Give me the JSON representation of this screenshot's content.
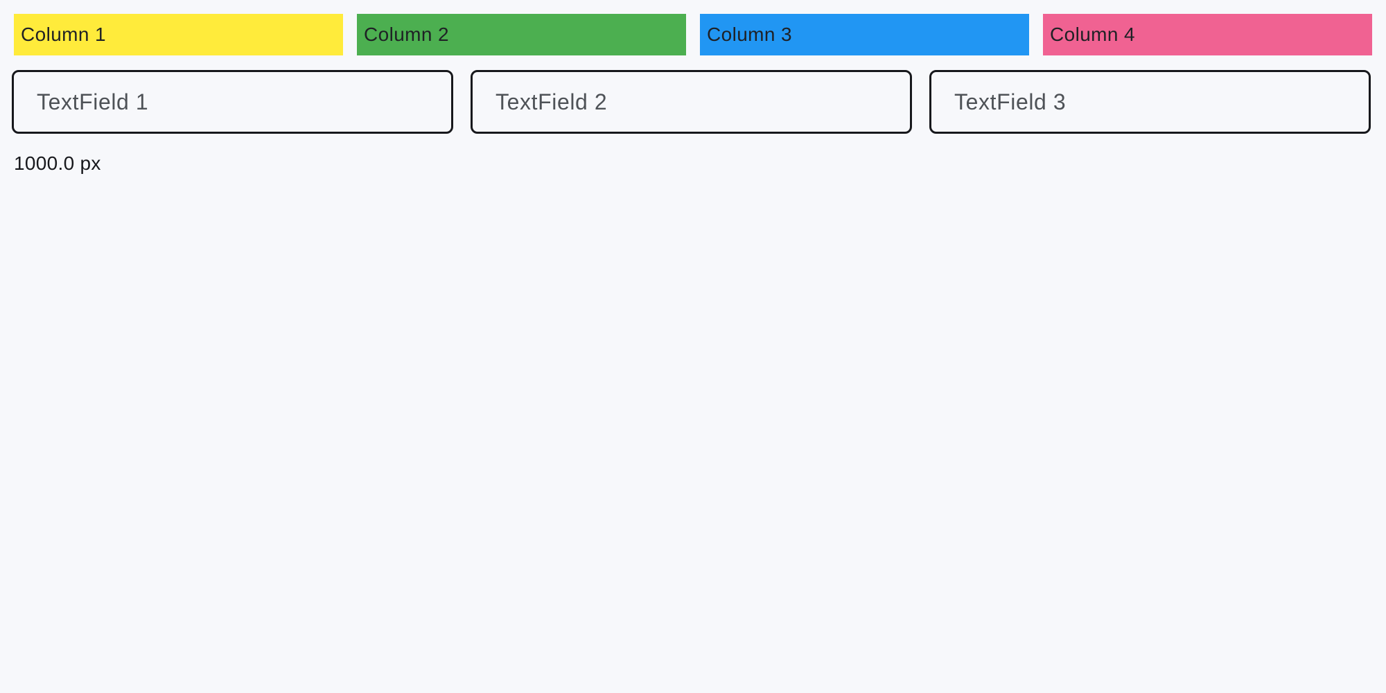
{
  "theme": {
    "background": "#f7f8fb",
    "column_label_color": "#1f2125",
    "field_border_color": "#17181c",
    "field_hint_color": "#4e5257",
    "readout_color": "#17181c"
  },
  "columns_row": {
    "items": [
      {
        "label": "Column 1",
        "color": "#ffeb3b"
      },
      {
        "label": "Column 2",
        "color": "#4caf50"
      },
      {
        "label": "Column 3",
        "color": "#2196f3"
      },
      {
        "label": "Column 4",
        "color": "#f06292"
      }
    ]
  },
  "textfields_row": {
    "items": [
      {
        "placeholder": "TextField 1",
        "value": ""
      },
      {
        "placeholder": "TextField 2",
        "value": ""
      },
      {
        "placeholder": "TextField 3",
        "value": ""
      }
    ]
  },
  "status": {
    "width_readout": "1000.0 px"
  }
}
